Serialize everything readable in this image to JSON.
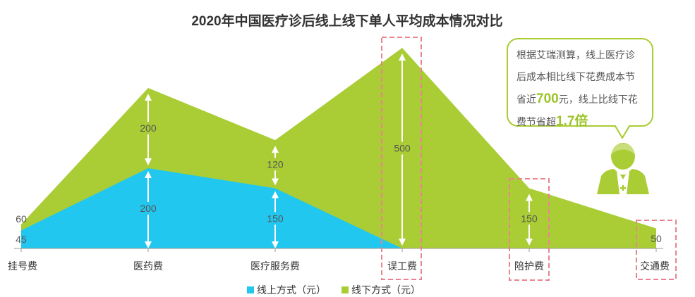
{
  "chart_data": {
    "type": "area",
    "title": "2020年中国医疗诊后线上线下单人平均成本情况对比",
    "categories": [
      "挂号费",
      "医药费",
      "医疗服务费",
      "误工费",
      "陪护费",
      "交通费"
    ],
    "series": [
      {
        "name": "线上方式（元）",
        "color": "#21c7ef",
        "values": [
          45,
          200,
          150,
          0,
          0,
          0
        ]
      },
      {
        "name": "线下方式（元）",
        "color": "#aacd35",
        "values": [
          60,
          400,
          270,
          500,
          150,
          50
        ]
      }
    ],
    "difference_labels": [
      "",
      "200",
      "120",
      "500",
      "150",
      ""
    ],
    "value_labels": {
      "online": [
        "45",
        "200",
        "150",
        "",
        "",
        ""
      ],
      "offline_edge": [
        "60",
        "",
        "",
        "",
        "",
        "50"
      ]
    },
    "highlighted_categories": [
      "误工费",
      "陪护费",
      "交通费"
    ],
    "ylim": [
      0,
      500
    ],
    "grid": false,
    "legend_position": "bottom"
  },
  "callout": {
    "line1": "根据艾瑞测算，线上医疗诊",
    "line2": "后成本相比线下花费成本节",
    "line3_pre": "省近",
    "line3_value": "700",
    "line3_post": "元，线上比线下花",
    "line4_pre": "费节省超",
    "line4_value": "1.7倍"
  },
  "colors": {
    "online": "#21c7ef",
    "offline": "#aacd35",
    "highlight_box": "#e8838f"
  },
  "icons": {
    "doctor": "doctor-icon"
  }
}
